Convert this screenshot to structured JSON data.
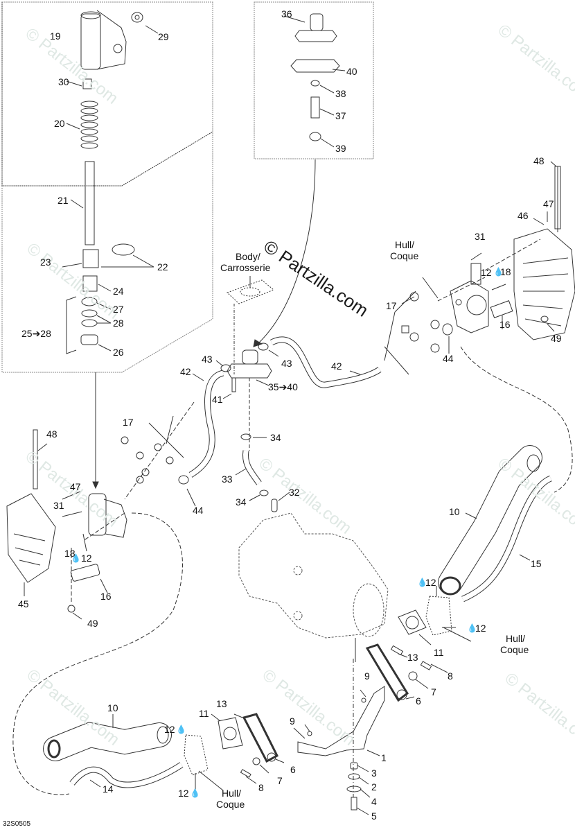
{
  "diagram": {
    "title": "",
    "code": "32S0505",
    "watermark": "© Partzilla.com",
    "labels": {
      "l19": "19",
      "l29": "29",
      "l30": "30",
      "l20": "20",
      "l21": "21",
      "l23": "23",
      "l22": "22",
      "l24": "24",
      "l27": "27",
      "l28": "28",
      "l25to28": "25➔28",
      "l26": "26",
      "l36": "36",
      "l40": "40",
      "l38": "38",
      "l37": "37",
      "l39": "39",
      "body_line1": "Body/",
      "body_line2": "Carrosserie",
      "hull_line1": "Hull/",
      "hull_line2": "Coque",
      "l43a": "43",
      "l43b": "43",
      "l35to40": "35➔40",
      "l41": "41",
      "l42a": "42",
      "l42b": "42",
      "l34a": "34",
      "l34b": "34",
      "l33": "33",
      "l32": "32",
      "l17a": "17",
      "l17b": "17",
      "l44a": "44",
      "l44b": "44",
      "l31a": "31",
      "l31b": "31",
      "l12a": "12",
      "l18a": "18",
      "l16a": "16",
      "l46": "46",
      "l47a": "47",
      "l48a": "48",
      "l49a": "49",
      "l48b": "48",
      "l47b": "47",
      "l18b": "18",
      "l12b": "12",
      "l45": "45",
      "l16b": "16",
      "l49b": "49",
      "l10a": "10",
      "l15": "15",
      "l12c": "12",
      "l12d": "12",
      "hull2_line1": "Hull/",
      "hull2_line2": "Coque",
      "l11a": "11",
      "l13a": "13",
      "l8a": "8",
      "l7a": "7",
      "l6a": "6",
      "l9a": "9",
      "l9b": "9",
      "l1": "1",
      "l3": "3",
      "l2": "2",
      "l4": "4",
      "l5": "5",
      "l10b": "10",
      "l14": "14",
      "l11b": "11",
      "l13b": "13",
      "l12e": "12",
      "l12f": "12",
      "hull3_line1": "Hull/",
      "hull3_line2": "Coque",
      "l6b": "6",
      "l7b": "7",
      "l8b": "8"
    },
    "symbols": {
      "loctite_drop": "💧",
      "arrow": "➔"
    }
  }
}
